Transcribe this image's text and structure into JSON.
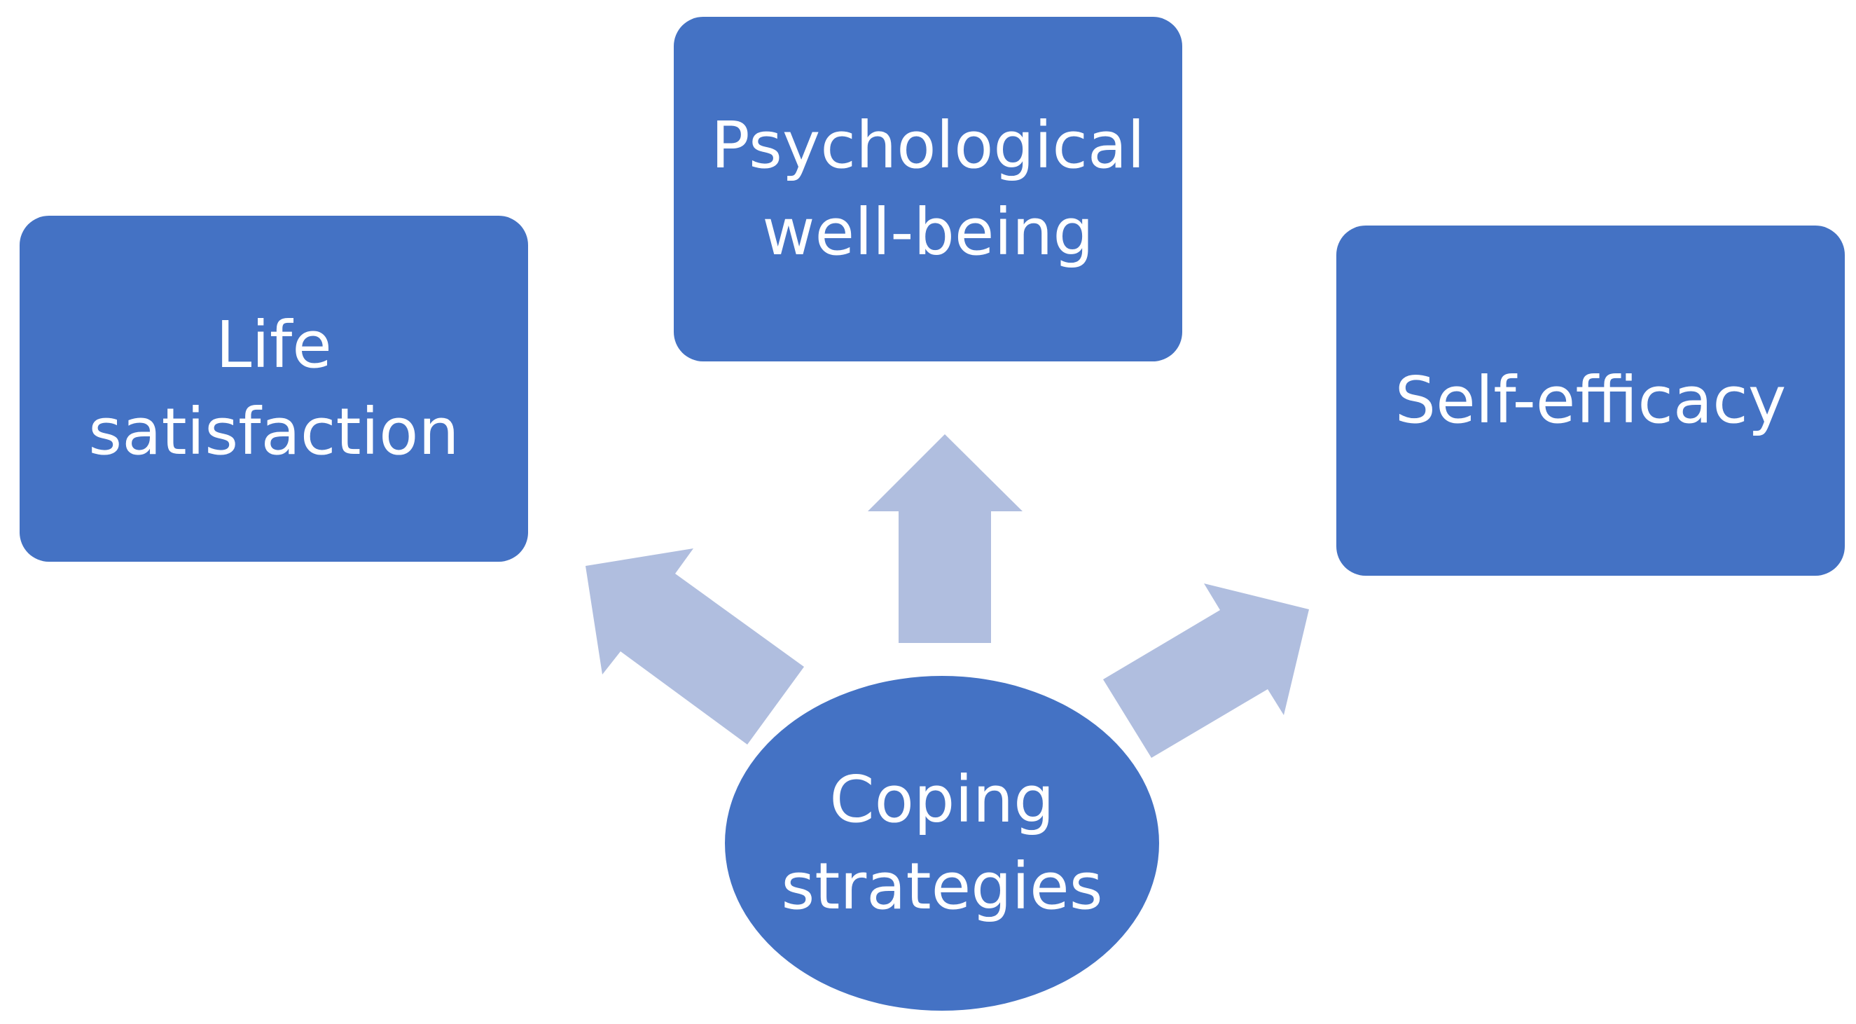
{
  "diagram": {
    "colors": {
      "node_fill": "#4472c4",
      "arrow_fill": "#b0bedf",
      "text": "#ffffff",
      "background": "#ffffff"
    },
    "center": {
      "line1": "Coping",
      "line2": "strategies"
    },
    "nodes": {
      "life": {
        "line1": "Life",
        "line2": "satisfaction"
      },
      "psych": {
        "line1": "Psychological",
        "line2": "well-being"
      },
      "self": {
        "line1": "Self-efficacy"
      }
    }
  }
}
